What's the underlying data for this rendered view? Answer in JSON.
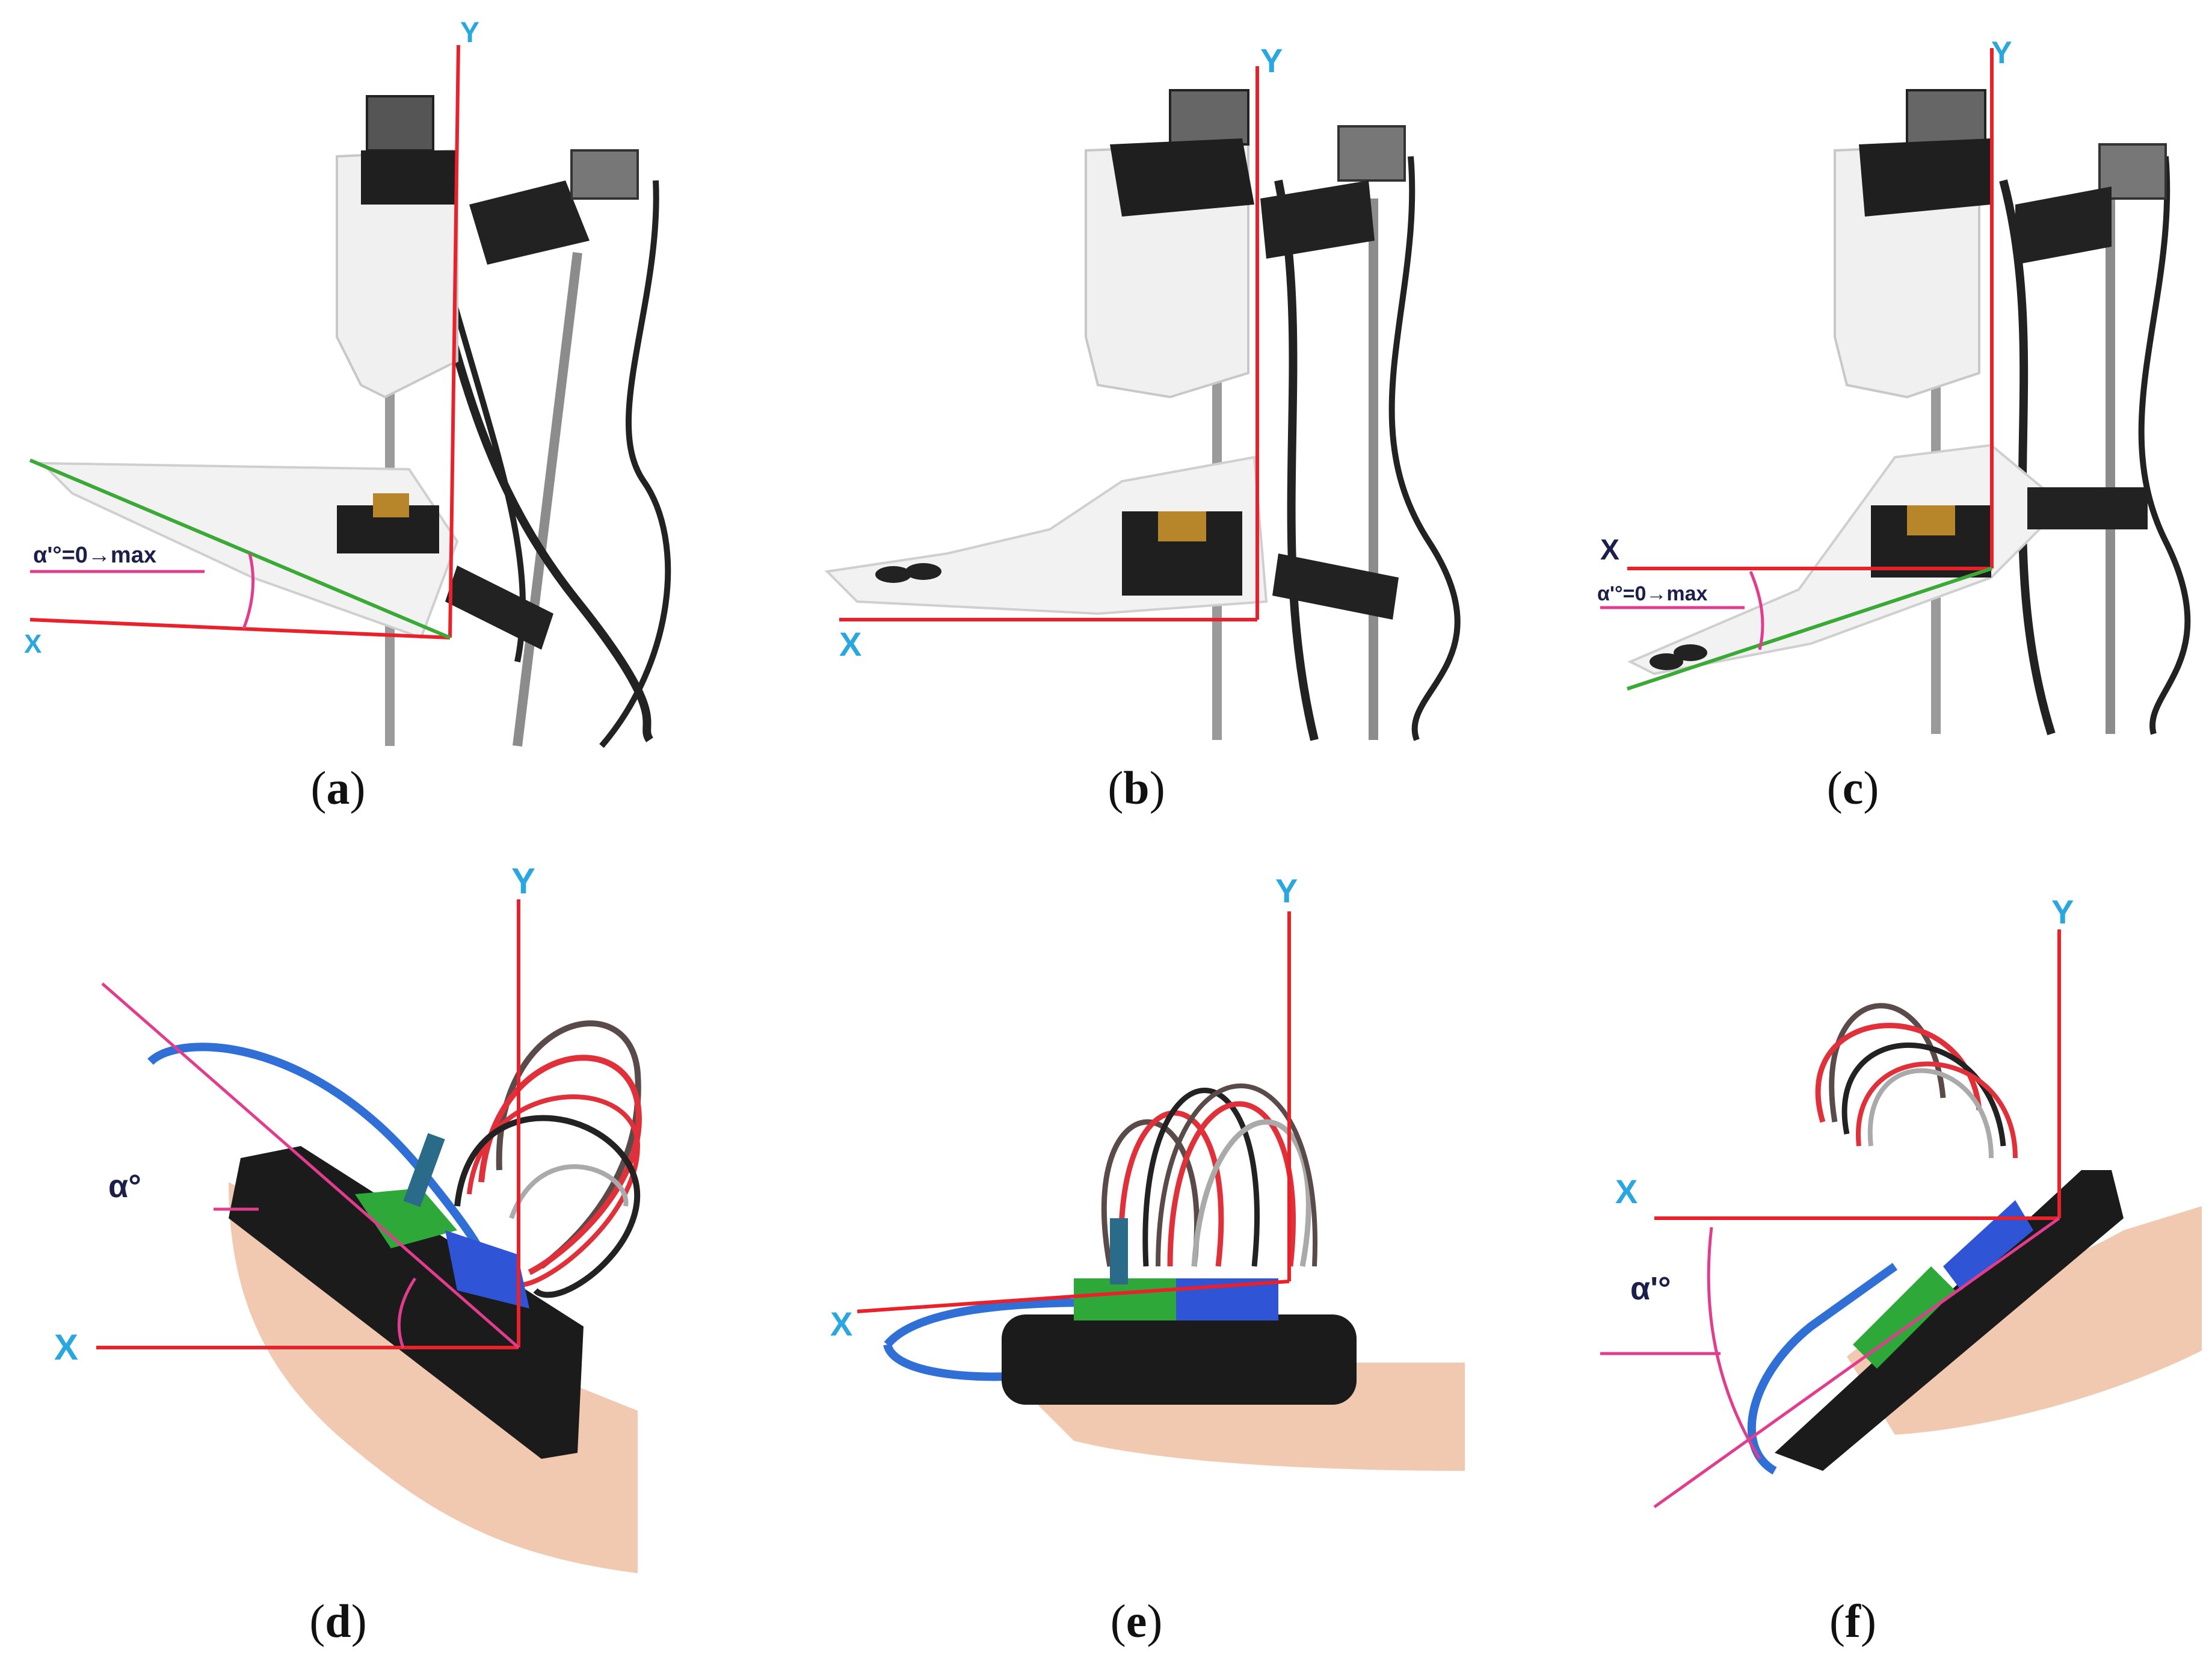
{
  "panels": [
    {
      "id": "a",
      "caption_open": "(",
      "caption_letter": "a",
      "caption_close": ")",
      "x_label": "X",
      "y_label": "Y",
      "angle_label": "α'°=0→max"
    },
    {
      "id": "b",
      "caption_open": "(",
      "caption_letter": "b",
      "caption_close": ")",
      "x_label": "X",
      "y_label": "Y"
    },
    {
      "id": "c",
      "caption_open": "(",
      "caption_letter": "c",
      "caption_close": ")",
      "x_label": "X",
      "y_label": "Y",
      "angle_label": "α'°=0→max"
    },
    {
      "id": "d",
      "caption_open": "(",
      "caption_letter": "d",
      "caption_close": ")",
      "x_label": "X",
      "y_label": "Y",
      "angle_label": "α°"
    },
    {
      "id": "e",
      "caption_open": "(",
      "caption_letter": "e",
      "caption_close": ")",
      "x_label": "X",
      "y_label": "Y"
    },
    {
      "id": "f",
      "caption_open": "(",
      "caption_letter": "f",
      "caption_close": ")",
      "x_label": "X",
      "y_label": "Y",
      "angle_label": "α'°"
    }
  ],
  "colors": {
    "axis_line": "#e8212a",
    "axis_label": "#2aa7e0",
    "foot_line": "#3aa935",
    "angle_line": "#e23c8f",
    "angle_label": "#1c1f4a"
  }
}
